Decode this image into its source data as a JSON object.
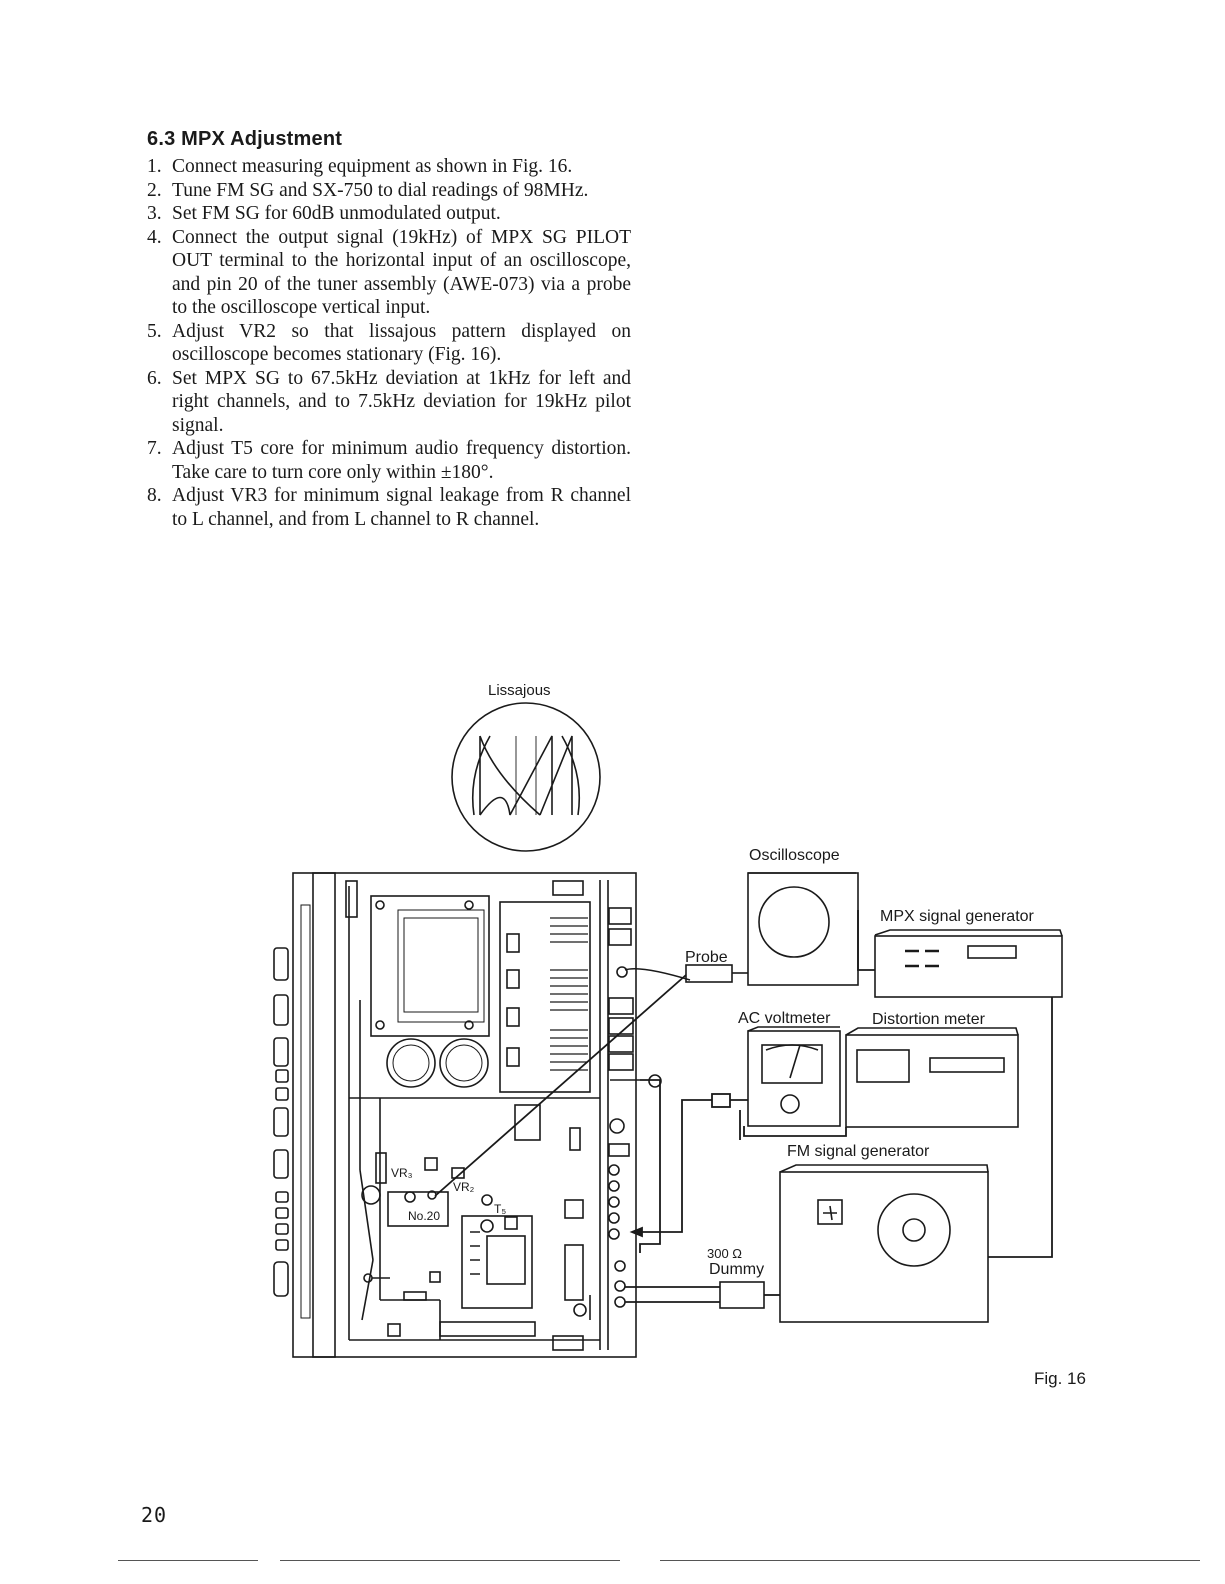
{
  "section": {
    "heading": "6.3 MPX Adjustment",
    "steps": [
      {
        "num": "1.",
        "text": "Connect measuring equipment as shown in Fig. 16."
      },
      {
        "num": "2.",
        "text": "Tune FM SG and SX-750 to dial readings of 98MHz."
      },
      {
        "num": "3.",
        "text": "Set FM SG for 60dB unmodulated output."
      },
      {
        "num": "4.",
        "text": "Connect the output signal (19kHz) of MPX SG PILOT OUT terminal to the horizontal input of an oscilloscope, and pin 20 of the tuner assembly (AWE-073) via a probe to the oscilloscope vertical input."
      },
      {
        "num": "5.",
        "text": "Adjust VR2 so that lissajous pattern displayed on oscilloscope becomes stationary (Fig. 16)."
      },
      {
        "num": "6.",
        "text": "Set MPX SG to 67.5kHz deviation at 1kHz for left and right channels, and to 7.5kHz deviation for 19kHz pilot signal."
      },
      {
        "num": "7.",
        "text": "Adjust T5 core for minimum audio frequency distortion. Take care to turn core only within ±180°."
      },
      {
        "num": "8.",
        "text": "Adjust VR3 for minimum signal leakage from R channel to L channel, and from L channel to R channel."
      }
    ]
  },
  "figure": {
    "lissajous": "Lissajous",
    "oscilloscope": "Oscilloscope",
    "mpx_sg": "MPX signal generator",
    "probe": "Probe",
    "ac_voltmeter": "AC voltmeter",
    "distortion_meter": "Distortion meter",
    "fm_sg": "FM signal generator",
    "dummy_value": "300 Ω",
    "dummy": "Dummy",
    "vr3": "VR₃",
    "vr2": "VR₂",
    "t5": "T₅",
    "pin": "No.20",
    "caption": "Fig. 16"
  },
  "page_number": "20"
}
